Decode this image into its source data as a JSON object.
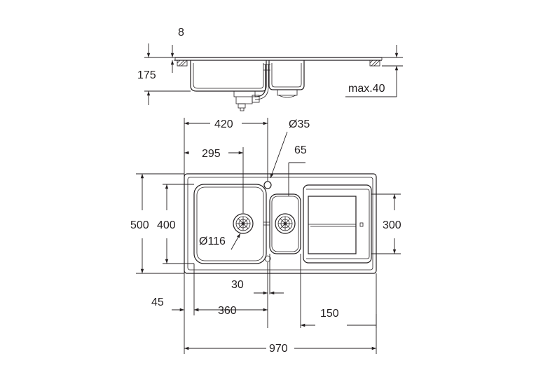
{
  "dimensions": {
    "rim_thickness": "8",
    "depth": "175",
    "max_worktop": "max.40",
    "sink_width_to_center": "420",
    "tap_hole_diameter": "Ø35",
    "main_drain_offset": "295",
    "small_drain_offset": "65",
    "overall_depth": "500",
    "bowl_depth": "400",
    "drain_diameter": "Ø116",
    "drainer_depth": "300",
    "partition_width": "30",
    "edge_margin": "45",
    "main_bowl_width": "360",
    "small_bowl_width": "150",
    "overall_width": "970"
  },
  "colors": {
    "line": "#231f20",
    "hidden": "#9a9a9a",
    "background": "#ffffff"
  }
}
